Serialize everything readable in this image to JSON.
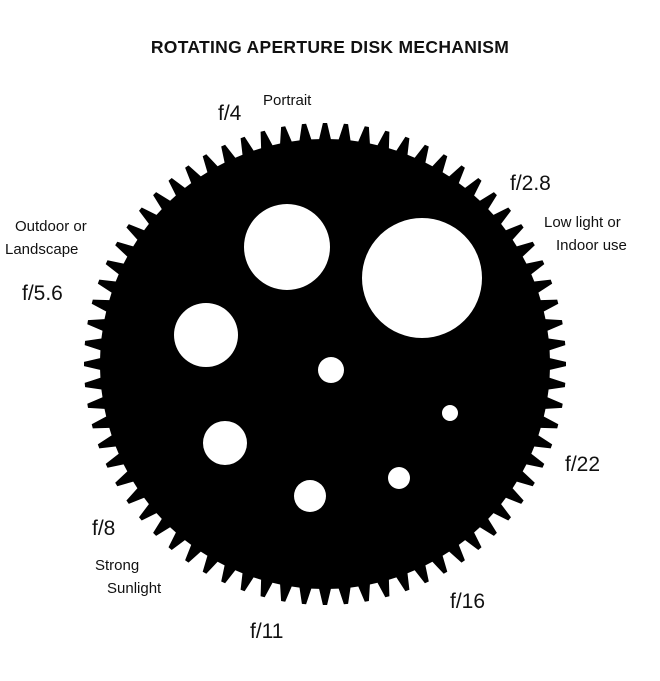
{
  "title": "ROTATING APERTURE DISK MECHANISM",
  "gear": {
    "color": "#000000",
    "teeth": 72,
    "hole_color": "#ffffff"
  },
  "apertures": [
    {
      "stop": "f/2.8",
      "description": "Low light or Indoor use",
      "desc_lines": [
        "Low light or",
        "Indoor use"
      ]
    },
    {
      "stop": "f/4",
      "description": "Portrait",
      "desc_lines": [
        "Portrait"
      ]
    },
    {
      "stop": "f/5.6",
      "description": "Outdoor or Landscape",
      "desc_lines": [
        "Outdoor or",
        "Landscape"
      ]
    },
    {
      "stop": "f/8",
      "description": "Strong Sunlight",
      "desc_lines": [
        "Strong",
        "Sunlight"
      ]
    },
    {
      "stop": "f/11"
    },
    {
      "stop": "f/16"
    },
    {
      "stop": "f/22"
    }
  ]
}
